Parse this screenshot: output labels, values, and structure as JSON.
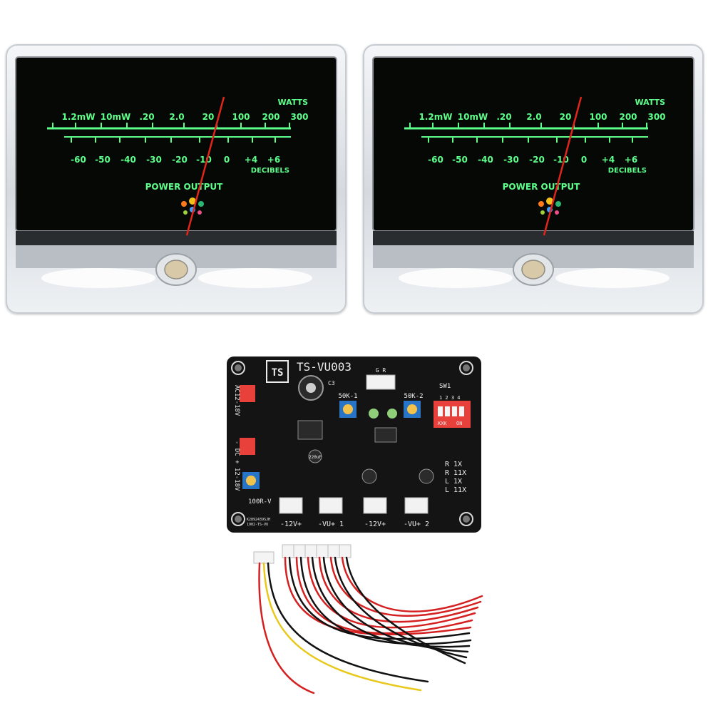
{
  "meters": [
    {
      "watts_label": "WATTS",
      "watts_ticks": [
        "1.2mW",
        "10mW",
        ".20",
        "2.0",
        "20",
        "100",
        "200",
        "300"
      ],
      "db_ticks": [
        "-60",
        "-50",
        "-40",
        "-30",
        "-20",
        "-10",
        "0",
        "+4",
        "+6"
      ],
      "decibels_label": "DECIBELS",
      "power_label": "POWER OUTPUT"
    },
    {
      "watts_label": "WATTS",
      "watts_ticks": [
        "1.2mW",
        "10mW",
        ".20",
        "2.0",
        "20",
        "100",
        "200",
        "300"
      ],
      "db_ticks": [
        "-60",
        "-50",
        "-40",
        "-30",
        "-20",
        "-10",
        "0",
        "+4",
        "+6"
      ],
      "decibels_label": "DECIBELS",
      "power_label": "POWER OUTPUT"
    }
  ],
  "board": {
    "model": "TS-VU003",
    "logo": "TS",
    "sw1": "SW1",
    "sw_numbers": "1 2 3 4",
    "sw_on": "ON",
    "sw_kxk": "KXK",
    "pot_left": "50K-1",
    "pot_right": "50K-2",
    "ac_label": "AC12-18V",
    "dc_label": "- DC + 12-18V",
    "pot_bottom": "100R-V",
    "gr_label": "G R",
    "conn_1": "-12V+",
    "conn_2": "-VU+ 1",
    "conn_3": "-12V+",
    "conn_4": "-VU+ 2",
    "gain_1": "R 1X",
    "gain_2": "R 11X",
    "gain_3": "L 1X",
    "gain_4": "L 11X",
    "cap_label": "220uF",
    "part_c3": "C3",
    "code_1": "K2892439SJH",
    "code_2": "1902-TS-VU"
  },
  "colors": {
    "scale_green": "#5dff8a",
    "needle_red": "#e0251c",
    "pcb_black": "#141414",
    "switch_red": "#e8403a",
    "pot_blue": "#2874c6"
  }
}
